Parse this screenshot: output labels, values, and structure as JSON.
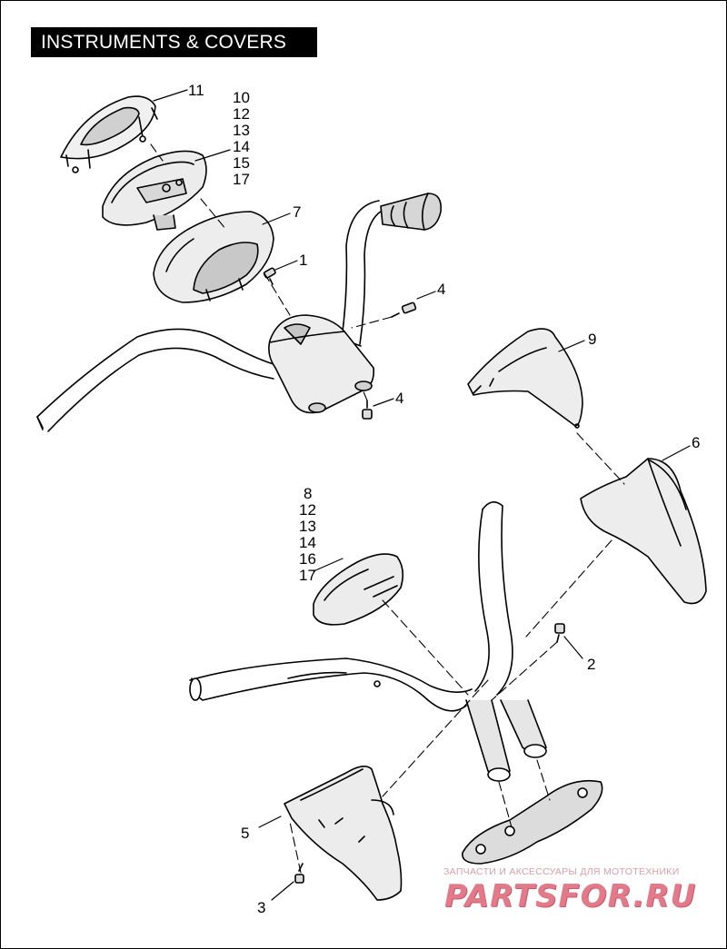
{
  "title": "INSTRUMENTS & COVERS",
  "callouts": [
    {
      "id": "c11",
      "text": "11"
    },
    {
      "id": "c10a",
      "text": "10"
    },
    {
      "id": "c12a",
      "text": "12"
    },
    {
      "id": "c13a",
      "text": "13"
    },
    {
      "id": "c14a",
      "text": "14"
    },
    {
      "id": "c15",
      "text": "15"
    },
    {
      "id": "c17a",
      "text": "17"
    },
    {
      "id": "c7",
      "text": "7"
    },
    {
      "id": "c1",
      "text": "1"
    },
    {
      "id": "c4a",
      "text": "4"
    },
    {
      "id": "c4b",
      "text": "4"
    },
    {
      "id": "c9",
      "text": "9"
    },
    {
      "id": "c6",
      "text": "6"
    },
    {
      "id": "c8",
      "text": "8"
    },
    {
      "id": "c12b",
      "text": "12"
    },
    {
      "id": "c13b",
      "text": "13"
    },
    {
      "id": "c14b",
      "text": "14"
    },
    {
      "id": "c16",
      "text": "16"
    },
    {
      "id": "c17b",
      "text": "17"
    },
    {
      "id": "c2",
      "text": "2"
    },
    {
      "id": "c5",
      "text": "5"
    },
    {
      "id": "c3",
      "text": "3"
    }
  ],
  "watermark": {
    "tagline": "ЗАПЧАСТИ И АКСЕССУАРЫ ДЛЯ МОТОТЕХНИКИ",
    "logo": "PARTSFOR.RU"
  },
  "colors": {
    "ink": "#000000",
    "part_fill": "#ebebeb",
    "part_shade": "#bdbdbd",
    "title_bg": "#000000",
    "watermark": "#e27a8a"
  }
}
